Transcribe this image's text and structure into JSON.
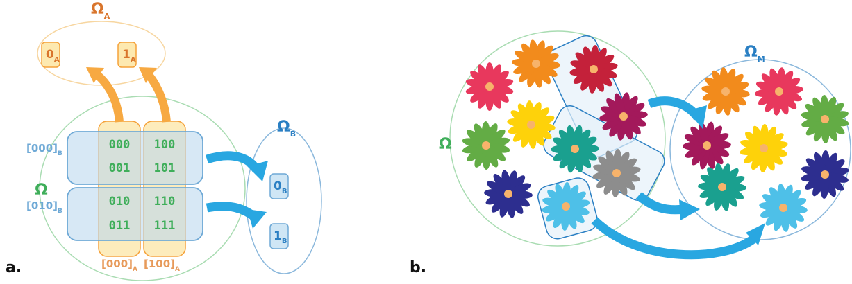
{
  "panel_a": {
    "label": "a.",
    "omega": "Ω",
    "omega_A": {
      "symbol": "Ω",
      "sub": "A"
    },
    "omega_B": {
      "symbol": "Ω",
      "sub": "B"
    },
    "target_A": [
      {
        "main": "0",
        "sub": "A"
      },
      {
        "main": "1",
        "sub": "A"
      }
    ],
    "target_B": [
      {
        "main": "0",
        "sub": "B"
      },
      {
        "main": "1",
        "sub": "B"
      }
    ],
    "grid": [
      [
        "000",
        "100"
      ],
      [
        "001",
        "101"
      ],
      [
        "010",
        "110"
      ],
      [
        "011",
        "111"
      ]
    ],
    "row_classes": [
      {
        "main": "[000]",
        "sub": "B"
      },
      {
        "main": "[010]",
        "sub": "B"
      }
    ],
    "col_classes": [
      {
        "main": "[000]",
        "sub": "A"
      },
      {
        "main": "[100]",
        "sub": "A"
      }
    ]
  },
  "panel_b": {
    "label": "b.",
    "omega": "Ω",
    "omega_M": {
      "symbol": "Ω",
      "sub": "M"
    }
  },
  "colors": {
    "green": "#4db364",
    "orange": "#f5a23a",
    "orange_light": "#fde9b0",
    "blue": "#2a8fd8",
    "blue_light": "#bcd9ee",
    "cls_blue": "#6ea9d6",
    "cls_orange": "#e79a5a",
    "omegaA_ring": "#f7d6a0",
    "omegaB_ring": "#8bb8dc",
    "omega_ring": "#a9dcb2",
    "arrow_orange": "#f7a942",
    "arrow_blue": "#29a7e1"
  },
  "flower_colors": {
    "pink": "#e8385d",
    "orange": "#f28b1c",
    "red": "#c4213a",
    "maroon": "#a3195b",
    "yellow": "#fed20a",
    "green": "#63ac45",
    "teal": "#1aa08f",
    "gray": "#8d8d8d",
    "navy": "#2d2e8f",
    "lightblue": "#4ec0e8",
    "center": "#f7b36b"
  }
}
